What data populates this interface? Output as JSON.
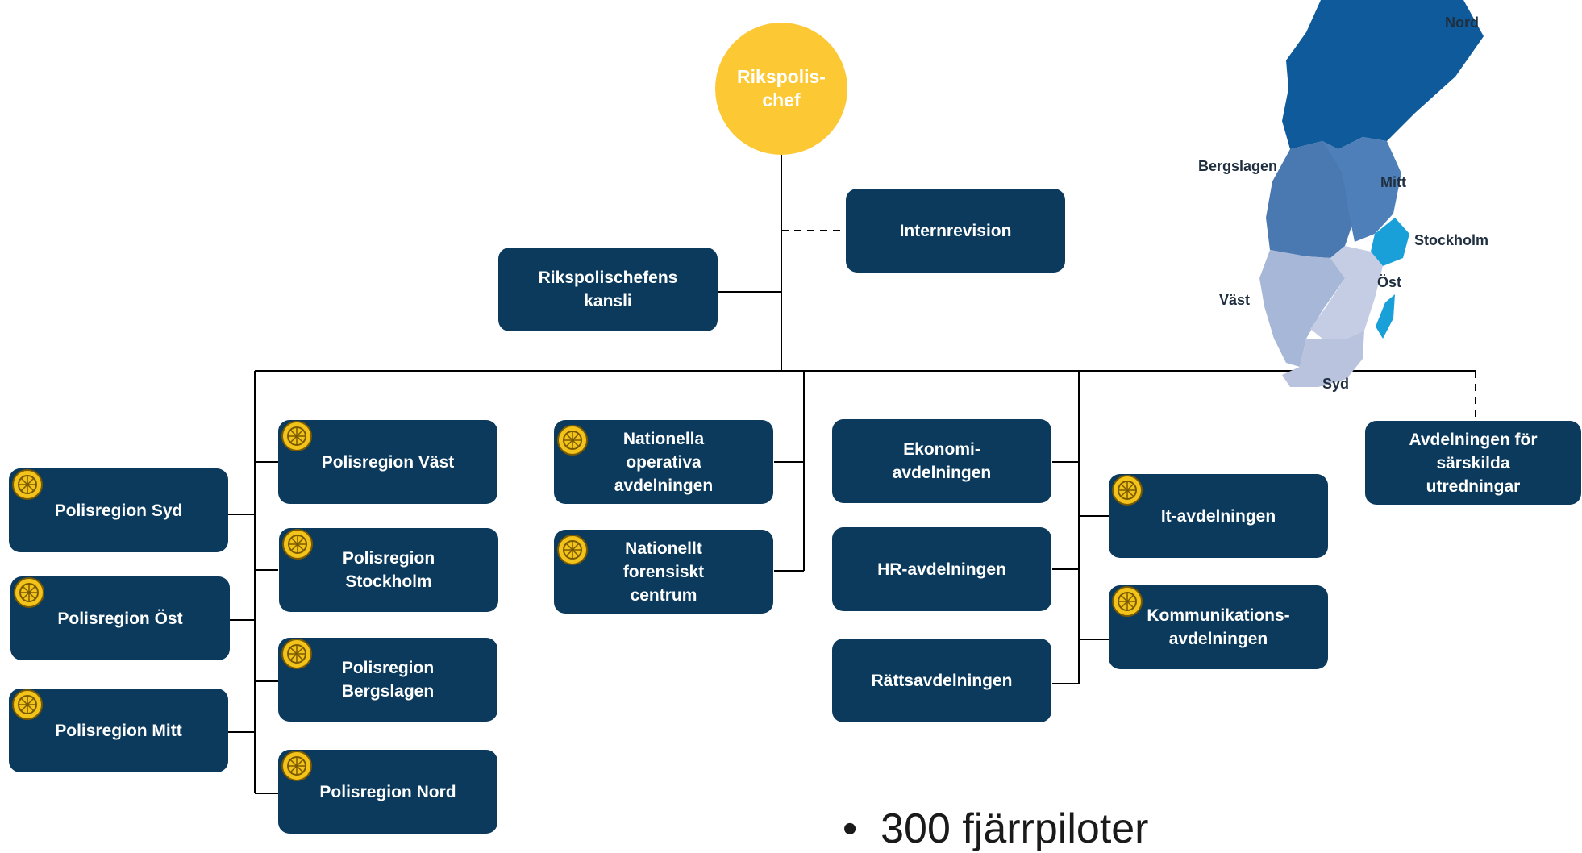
{
  "chief": "Rikspolis-\nchef",
  "staff": {
    "internrevision": "Internrevision",
    "kansli": "Rikspolischefens\nkansli"
  },
  "regions": {
    "syd": "Polisregion Syd",
    "ost": "Polisregion Öst",
    "mitt": "Polisregion Mitt",
    "vast": "Polisregion Väst",
    "stockholm": "Polisregion\nStockholm",
    "bergslagen": "Polisregion\nBergslagen",
    "nord": "Polisregion Nord"
  },
  "national": {
    "noa": "Nationella\noperativa\navdelningen",
    "nfc": "Nationellt\nforensiskt\ncentrum"
  },
  "departments": {
    "ekonomi": "Ekonomi-\navdelningen",
    "hr": "HR-avdelningen",
    "ratts": "Rättsavdelningen",
    "it": "It-avdelningen",
    "komm": "Kommunikations-\navdelningen",
    "sarskilda": "Avdelningen för\nsärskilda\nutredningar"
  },
  "map": {
    "labels": {
      "nord": "Nord",
      "bergslagen": "Bergslagen",
      "mitt": "Mitt",
      "stockholm": "Stockholm",
      "ost": "Öst",
      "vast": "Väst",
      "syd": "Syd"
    },
    "colors": {
      "nord": "#0f5a9a",
      "bergslagen": "#4a78b0",
      "mitt": "#4e7fb9",
      "stockholm": "#1aa0d8",
      "vast": "#a7b7d8",
      "ost": "#c5cde5",
      "syd": "#b9c3de"
    }
  },
  "bullet_text": "300 fjärrpiloter",
  "colors": {
    "box": "#0b3a5c",
    "chief": "#fcc934",
    "badge": "#f2c31b",
    "line": "#000000"
  }
}
